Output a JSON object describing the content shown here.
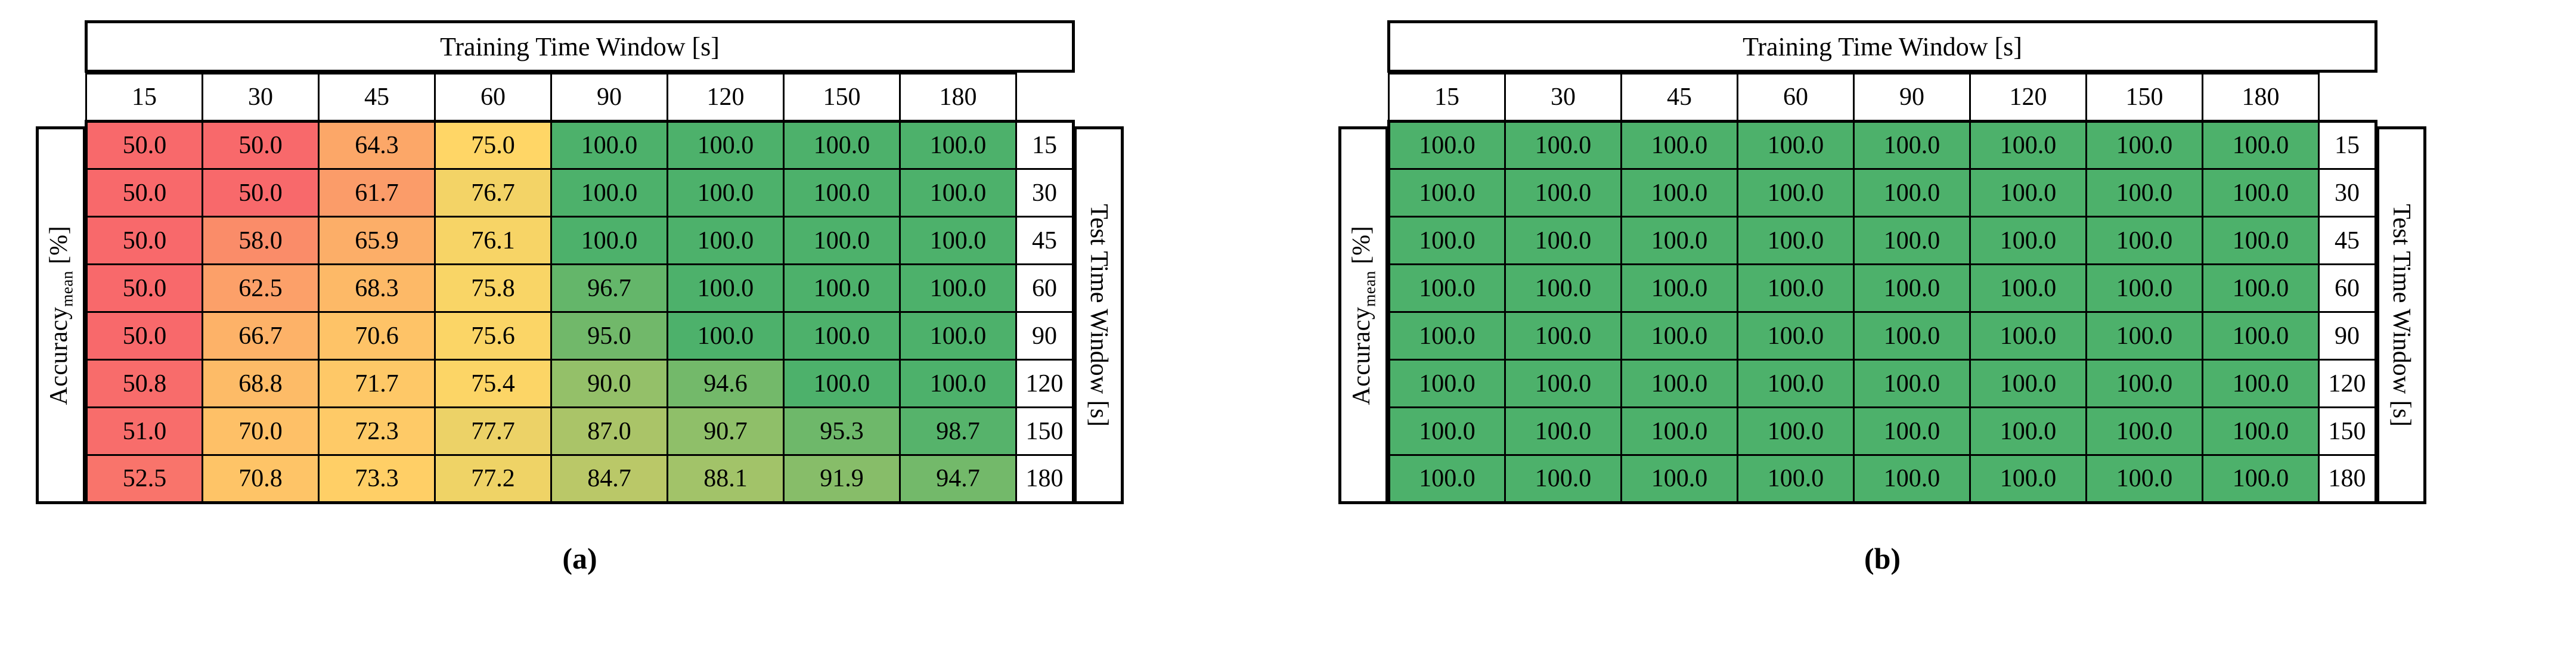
{
  "figure": {
    "panels": [
      {
        "id": "a",
        "caption": "(a)",
        "column_axis_title": "Training Time Window [s]",
        "row_axis_title": "Test Time Window [s]",
        "value_axis_title_main": "Accuracy",
        "value_axis_title_sub": "mean",
        "value_axis_title_unit": " [%]",
        "columns": [
          "15",
          "30",
          "45",
          "60",
          "90",
          "120",
          "150",
          "180"
        ],
        "rows": [
          "15",
          "30",
          "45",
          "60",
          "90",
          "120",
          "150",
          "180"
        ],
        "values": [
          [
            "50.0",
            "50.0",
            "64.3",
            "75.0",
            "100.0",
            "100.0",
            "100.0",
            "100.0"
          ],
          [
            "50.0",
            "50.0",
            "61.7",
            "76.7",
            "100.0",
            "100.0",
            "100.0",
            "100.0"
          ],
          [
            "50.0",
            "58.0",
            "65.9",
            "76.1",
            "100.0",
            "100.0",
            "100.0",
            "100.0"
          ],
          [
            "50.0",
            "62.5",
            "68.3",
            "75.8",
            "96.7",
            "100.0",
            "100.0",
            "100.0"
          ],
          [
            "50.0",
            "66.7",
            "70.6",
            "75.6",
            "95.0",
            "100.0",
            "100.0",
            "100.0"
          ],
          [
            "50.8",
            "68.8",
            "71.7",
            "75.4",
            "90.0",
            "94.6",
            "100.0",
            "100.0"
          ],
          [
            "51.0",
            "70.0",
            "72.3",
            "77.7",
            "87.0",
            "90.7",
            "95.3",
            "98.7"
          ],
          [
            "52.5",
            "70.8",
            "73.3",
            "77.2",
            "84.7",
            "88.1",
            "91.9",
            "94.7"
          ]
        ]
      },
      {
        "id": "b",
        "caption": "(b)",
        "column_axis_title": "Training Time Window [s]",
        "row_axis_title": "Test Time Window [s]",
        "value_axis_title_main": "Accuracy",
        "value_axis_title_sub": "mean",
        "value_axis_title_unit": " [%]",
        "columns": [
          "15",
          "30",
          "45",
          "60",
          "90",
          "120",
          "150",
          "180"
        ],
        "rows": [
          "15",
          "30",
          "45",
          "60",
          "90",
          "120",
          "150",
          "180"
        ],
        "values": [
          [
            "100.0",
            "100.0",
            "100.0",
            "100.0",
            "100.0",
            "100.0",
            "100.0",
            "100.0"
          ],
          [
            "100.0",
            "100.0",
            "100.0",
            "100.0",
            "100.0",
            "100.0",
            "100.0",
            "100.0"
          ],
          [
            "100.0",
            "100.0",
            "100.0",
            "100.0",
            "100.0",
            "100.0",
            "100.0",
            "100.0"
          ],
          [
            "100.0",
            "100.0",
            "100.0",
            "100.0",
            "100.0",
            "100.0",
            "100.0",
            "100.0"
          ],
          [
            "100.0",
            "100.0",
            "100.0",
            "100.0",
            "100.0",
            "100.0",
            "100.0",
            "100.0"
          ],
          [
            "100.0",
            "100.0",
            "100.0",
            "100.0",
            "100.0",
            "100.0",
            "100.0",
            "100.0"
          ],
          [
            "100.0",
            "100.0",
            "100.0",
            "100.0",
            "100.0",
            "100.0",
            "100.0",
            "100.0"
          ],
          [
            "100.0",
            "100.0",
            "100.0",
            "100.0",
            "100.0",
            "100.0",
            "100.0",
            "100.0"
          ]
        ]
      }
    ]
  },
  "chart_data": {
    "type": "heatmap",
    "title": "",
    "xlabel": "Training Time Window [s]",
    "ylabel": "Test Time Window [s]",
    "value_label": "Accuracy_mean [%]",
    "x": [
      15,
      30,
      45,
      60,
      90,
      120,
      150,
      180
    ],
    "y": [
      15,
      30,
      45,
      60,
      90,
      120,
      150,
      180
    ],
    "grid": true,
    "legend": "none",
    "colorscale": {
      "type": "3-color-scale",
      "min_color": "#F8696B",
      "mid_color": "#FFD666",
      "max_color": "#4DB16B",
      "min_value": 50.0,
      "max_value": 100.0
    },
    "panels": [
      {
        "name": "(a)",
        "z": [
          [
            50.0,
            50.0,
            64.3,
            75.0,
            100.0,
            100.0,
            100.0,
            100.0
          ],
          [
            50.0,
            50.0,
            61.7,
            76.7,
            100.0,
            100.0,
            100.0,
            100.0
          ],
          [
            50.0,
            58.0,
            65.9,
            76.1,
            100.0,
            100.0,
            100.0,
            100.0
          ],
          [
            50.0,
            62.5,
            68.3,
            75.8,
            96.7,
            100.0,
            100.0,
            100.0
          ],
          [
            50.0,
            66.7,
            70.6,
            75.6,
            95.0,
            100.0,
            100.0,
            100.0
          ],
          [
            50.8,
            68.8,
            71.7,
            75.4,
            90.0,
            94.6,
            100.0,
            100.0
          ],
          [
            51.0,
            70.0,
            72.3,
            77.7,
            87.0,
            90.7,
            95.3,
            98.7
          ],
          [
            52.5,
            70.8,
            73.3,
            77.2,
            84.7,
            88.1,
            91.9,
            94.7
          ]
        ]
      },
      {
        "name": "(b)",
        "z": [
          [
            100.0,
            100.0,
            100.0,
            100.0,
            100.0,
            100.0,
            100.0,
            100.0
          ],
          [
            100.0,
            100.0,
            100.0,
            100.0,
            100.0,
            100.0,
            100.0,
            100.0
          ],
          [
            100.0,
            100.0,
            100.0,
            100.0,
            100.0,
            100.0,
            100.0,
            100.0
          ],
          [
            100.0,
            100.0,
            100.0,
            100.0,
            100.0,
            100.0,
            100.0,
            100.0
          ],
          [
            100.0,
            100.0,
            100.0,
            100.0,
            100.0,
            100.0,
            100.0,
            100.0
          ],
          [
            100.0,
            100.0,
            100.0,
            100.0,
            100.0,
            100.0,
            100.0,
            100.0
          ],
          [
            100.0,
            100.0,
            100.0,
            100.0,
            100.0,
            100.0,
            100.0,
            100.0
          ],
          [
            100.0,
            100.0,
            100.0,
            100.0,
            100.0,
            100.0,
            100.0,
            100.0
          ]
        ]
      }
    ]
  }
}
